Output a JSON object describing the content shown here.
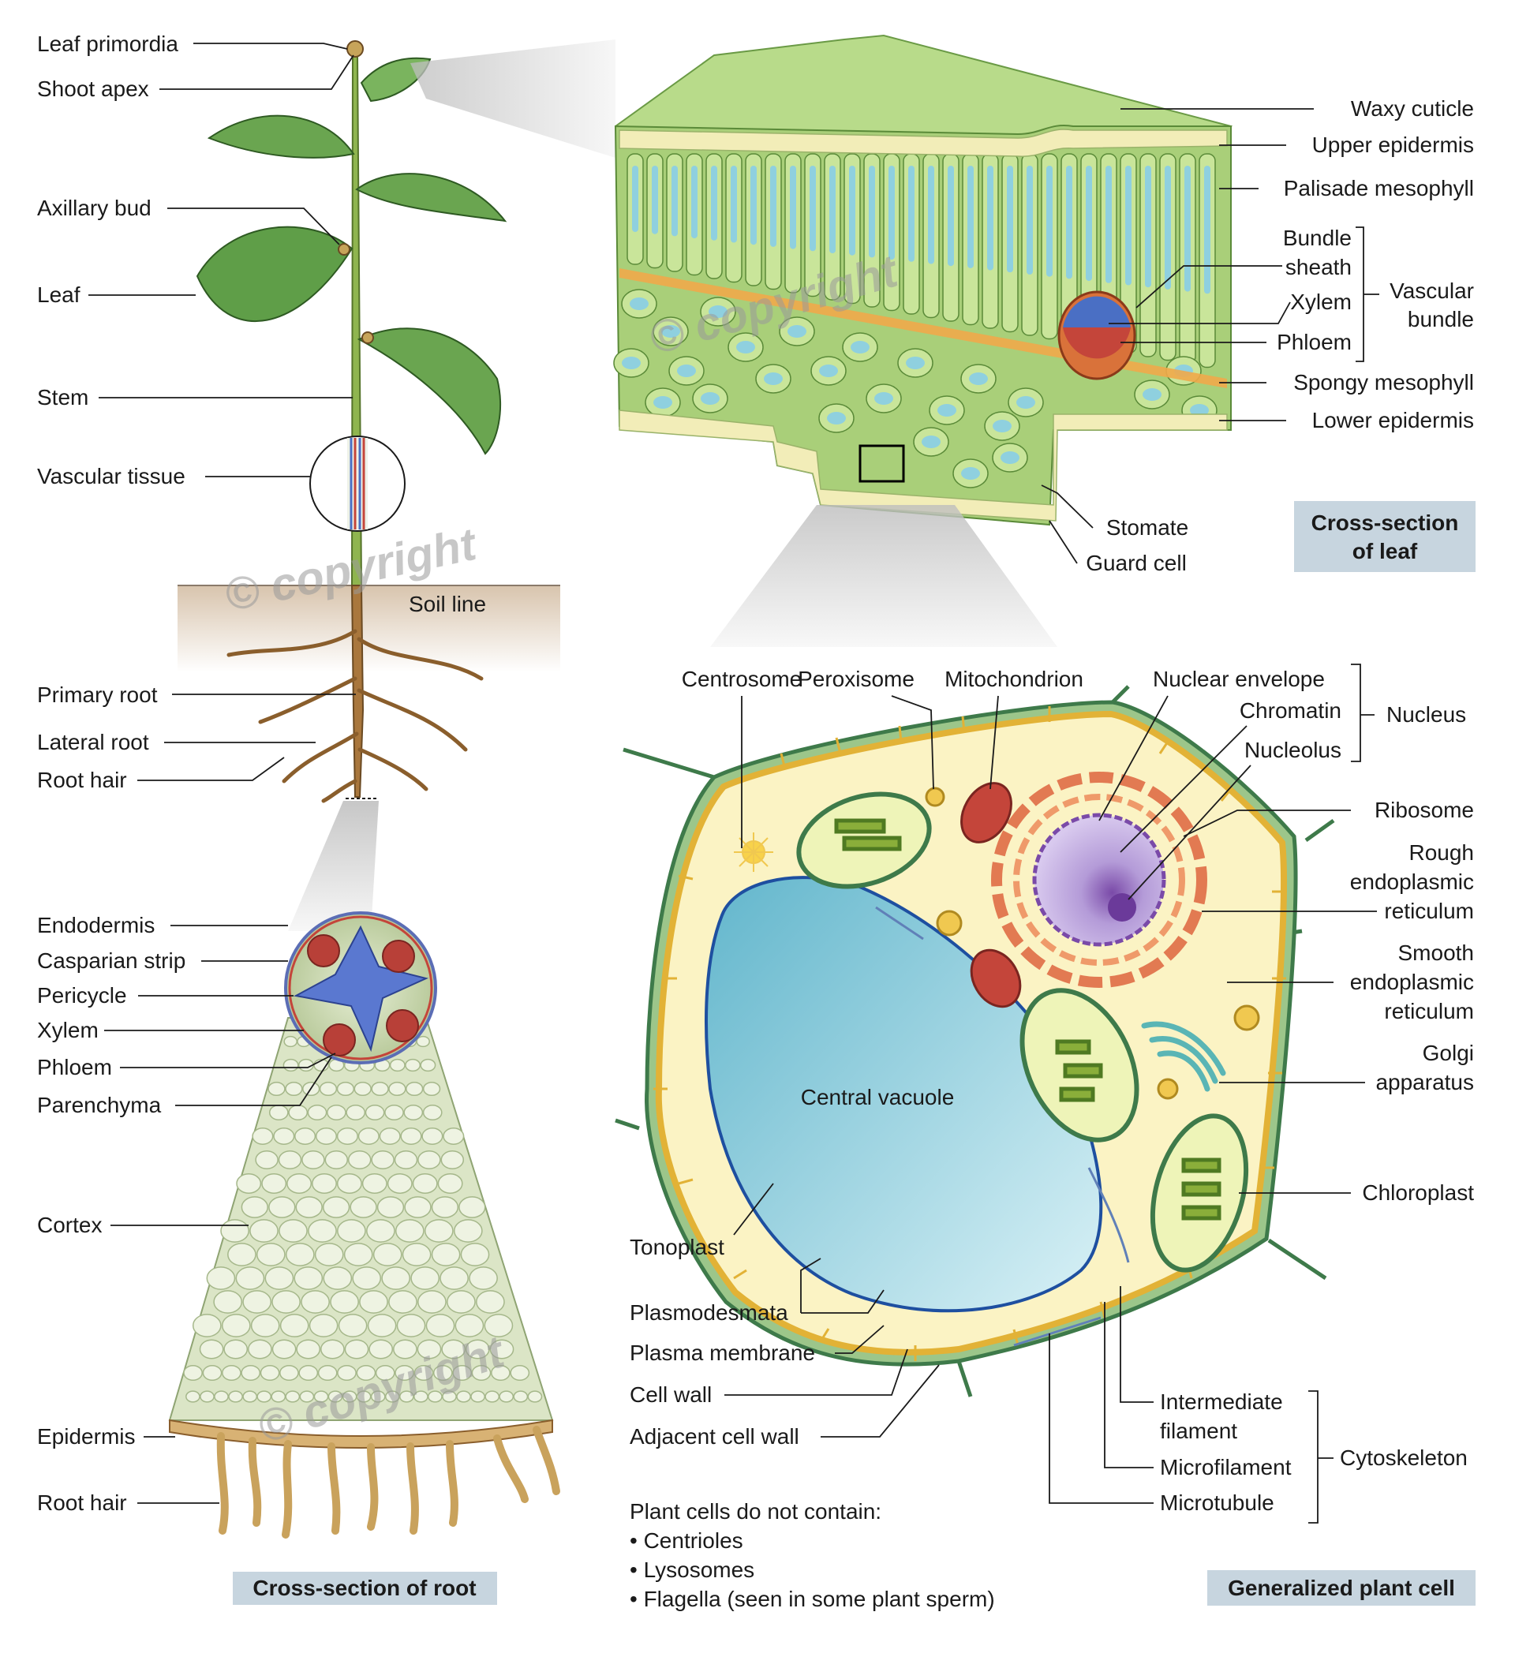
{
  "plant": {
    "labels": {
      "leaf_primordia": "Leaf primordia",
      "shoot_apex": "Shoot apex",
      "axillary_bud": "Axillary bud",
      "leaf": "Leaf",
      "stem": "Stem",
      "vascular_tissue": "Vascular tissue",
      "soil_line": "Soil line",
      "primary_root": "Primary root",
      "lateral_root": "Lateral root",
      "root_hair": "Root hair"
    }
  },
  "root_section": {
    "title": "Cross-section of root",
    "labels": {
      "endodermis": "Endodermis",
      "casparian_strip": "Casparian strip",
      "pericycle": "Pericycle",
      "xylem": "Xylem",
      "phloem": "Phloem",
      "parenchyma": "Parenchyma",
      "cortex": "Cortex",
      "epidermis": "Epidermis",
      "root_hair": "Root hair"
    }
  },
  "leaf_section": {
    "title_line1": "Cross-section",
    "title_line2": "of leaf",
    "labels": {
      "waxy_cuticle": "Waxy cuticle",
      "upper_epidermis": "Upper epidermis",
      "palisade_mesophyll": "Palisade mesophyll",
      "bundle": "Bundle",
      "sheath": "sheath",
      "xylem": "Xylem",
      "phloem": "Phloem",
      "vascular": "Vascular",
      "bundle2": "bundle",
      "spongy_mesophyll": "Spongy mesophyll",
      "lower_epidermis": "Lower epidermis",
      "stomate": "Stomate",
      "guard_cell": "Guard cell"
    }
  },
  "plant_cell": {
    "title": "Generalized plant cell",
    "labels": {
      "centrosome": "Centrosome",
      "peroxisome": "Peroxisome",
      "mitochondrion": "Mitochondrion",
      "nuclear_envelope": "Nuclear envelope",
      "chromatin": "Chromatin",
      "nucleolus": "Nucleolus",
      "nucleus": "Nucleus",
      "ribosome": "Ribosome",
      "rough_er_1": "Rough",
      "rough_er_2": "endoplasmic",
      "rough_er_3": "reticulum",
      "smooth_er_1": "Smooth",
      "smooth_er_2": "endoplasmic",
      "smooth_er_3": "reticulum",
      "golgi_1": "Golgi",
      "golgi_2": "apparatus",
      "chloroplast": "Chloroplast",
      "central_vacuole": "Central vacuole",
      "tonoplast": "Tonoplast",
      "plasmodesmata": "Plasmodesmata",
      "plasma_membrane": "Plasma membrane",
      "cell_wall": "Cell wall",
      "adjacent_cell_wall": "Adjacent cell wall",
      "intermediate_1": "Intermediate",
      "intermediate_2": "filament",
      "microfilament": "Microfilament",
      "microtubule": "Microtubule",
      "cytoskeleton": "Cytoskeleton"
    },
    "note": {
      "heading": "Plant cells do not contain:",
      "items": [
        "• Centrioles",
        "• Lysosomes",
        "• Flagella (seen in some plant sperm)"
      ]
    }
  },
  "watermark": "© copyright",
  "colors": {
    "leaf_green": "#5f9e48",
    "cell_green": "#a9cf79",
    "vacuole_blue": "#8fd0df",
    "cytoplasm": "#fbf3c4",
    "cell_wall": "#e2b236",
    "xylem_blue": "#4a6fc4",
    "phloem_red": "#c4453a",
    "root_brown": "#a9773d",
    "nucleus_purple": "#a98fd0",
    "caption_box": "#c7d5df"
  }
}
